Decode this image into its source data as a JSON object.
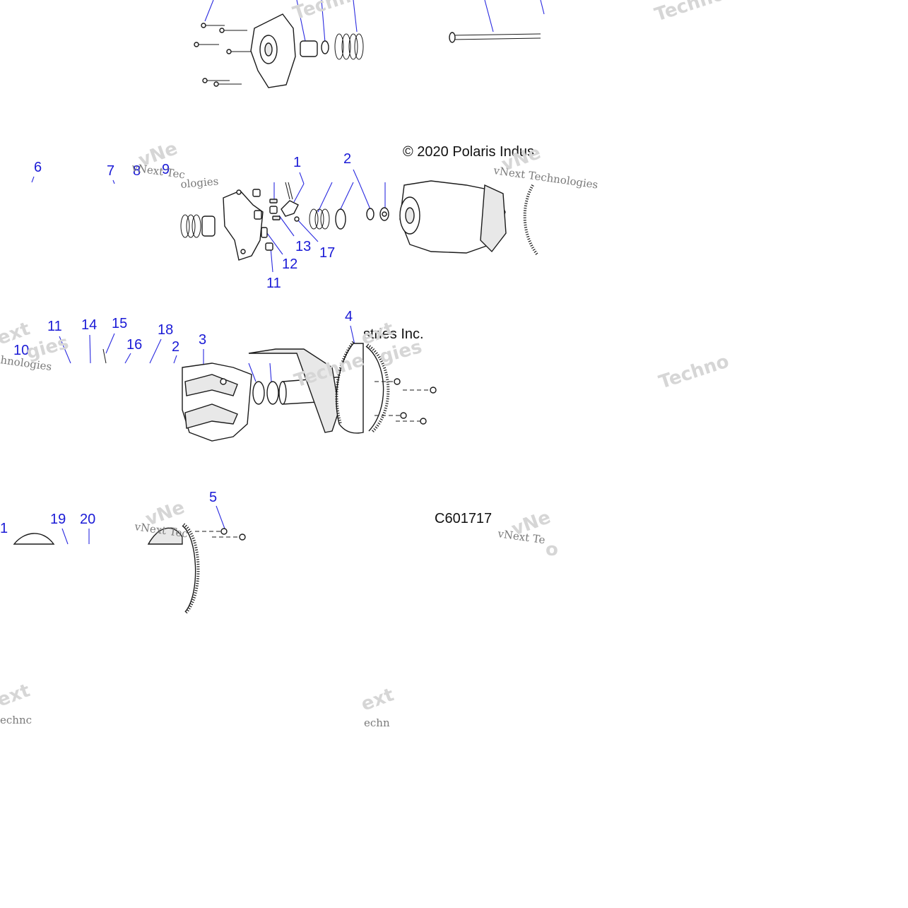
{
  "copyright": "© 2020 Polaris Indus",
  "copyright_tail": "stries Inc.",
  "drawing_id": "C601717",
  "watermarks": {
    "vnext_technologies": "vNext Technologies",
    "vnext_tec": "vNext Tec",
    "vnext_te": "vNext Te",
    "vne": "vNe",
    "ext": "ext",
    "ologies": "ologies",
    "gies": "gies",
    "hnologies": "hnologies",
    "technc": "Technc",
    "techno": "Techno",
    "techne": "Techne",
    "o": "o",
    "ext_small": "ext",
    "echnc": "echnc",
    "echnc_small": "echn"
  },
  "callouts": {
    "c1": "1",
    "c2": "2",
    "c6": "6",
    "c7": "7",
    "c8": "8",
    "c9": "9",
    "c13": "13",
    "c17": "17",
    "c12": "12",
    "c11": "11",
    "c4": "4",
    "c11b": "11",
    "c14": "14",
    "c15": "15",
    "c18": "18",
    "c16": "16",
    "c2b": "2",
    "c3": "3",
    "c10": "10",
    "c5": "5",
    "c1b": "1",
    "c19": "19",
    "c20": "20"
  },
  "colors": {
    "callout": "#1a1ad6",
    "line": "#1a1a1a",
    "watermark": "#7a7a7a"
  }
}
